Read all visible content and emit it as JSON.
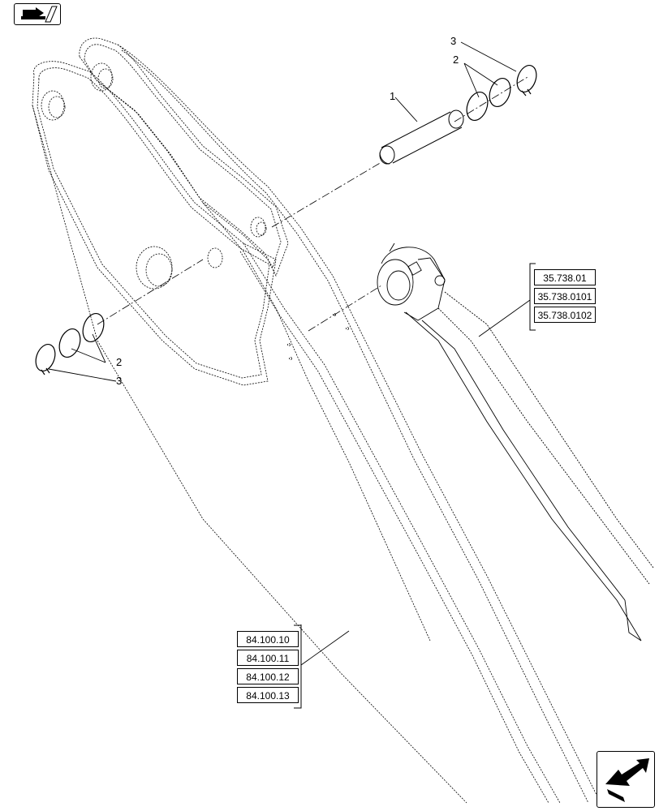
{
  "callouts": {
    "pin": "1",
    "shims_top": "2",
    "circlip_top": "3",
    "shims_bottom": "2",
    "circlip_bottom": "3"
  },
  "references": {
    "cylinder_group": [
      "35.738.01",
      "35.738.0101",
      "35.738.0102"
    ],
    "boom_group": [
      "84.100.10",
      "84.100.11",
      "84.100.12",
      "84.100.13"
    ]
  },
  "icons": {
    "prev_page": "prev-page-arrow-icon",
    "next_page": "next-page-arrow-icon"
  }
}
